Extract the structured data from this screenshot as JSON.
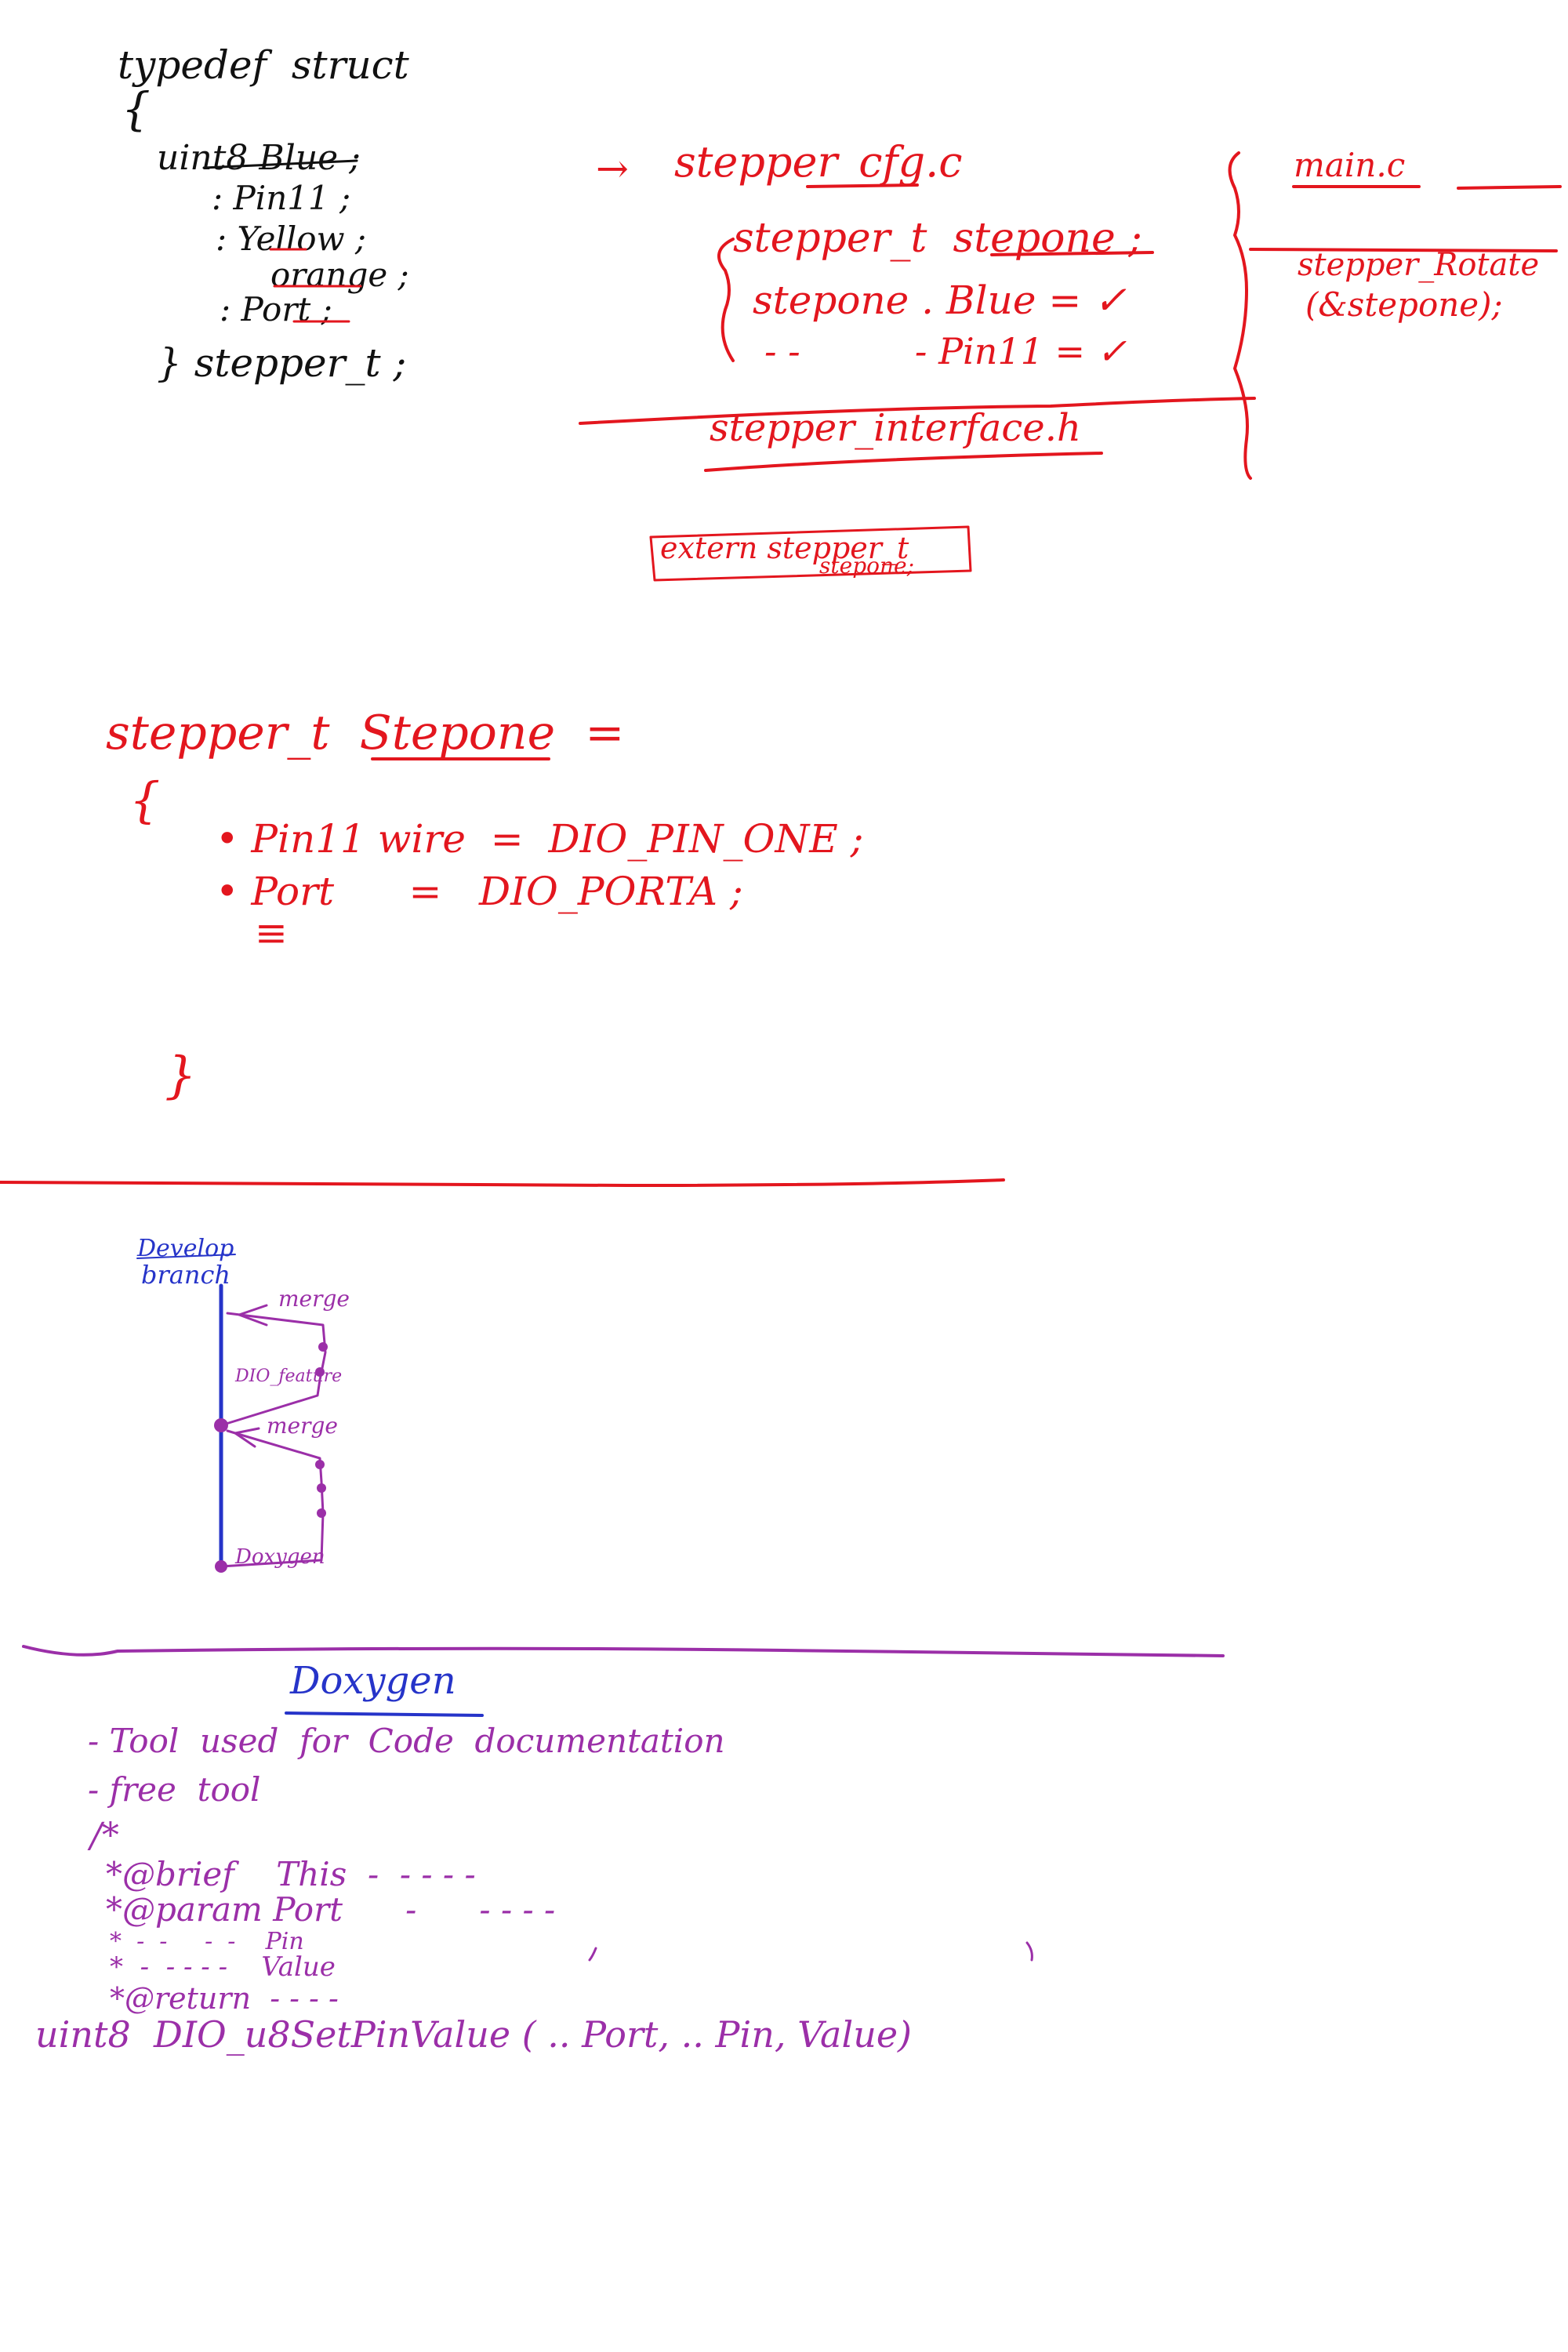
{
  "colors": {
    "black_ink": "#111111",
    "red_ink": "#e3161e",
    "blue_ink": "#2634c9",
    "purple_ink": "#9b2fa8"
  },
  "struct_def": {
    "header": "typedef  struct",
    "open_brace": "{",
    "fields": [
      "uint8 Blue ;",
      ": Pin11 ;",
      ": Yellow ;",
      "orange ;",
      ": Port ;"
    ],
    "closing": "} stepper_t ;"
  },
  "config_file": {
    "arrow": "→",
    "filename": "stepper_cfg.c",
    "declaration": "stepper_t  stepone ;",
    "assign_blue": "stepone . Blue = ✓",
    "assign_pin": "- -          - Pin11 = ✓"
  },
  "main_file": {
    "filename": "main.c",
    "call_line1": "stepper_Rotate",
    "call_line2": "(&stepone);"
  },
  "interface_file": {
    "filename": "stepper_interface.h",
    "extern_line1": "extern stepper_t",
    "extern_line2": "stepone;"
  },
  "initializer": {
    "header": "stepper_t  Stepone  =",
    "open_brace": "{",
    "line1": "• Pin11 wire  =  DIO_PIN_ONE ;",
    "line2": "• Port      =   DIO_PORTA ;",
    "line3": "≡",
    "close_brace": "}"
  },
  "git_diagram": {
    "branch_label_1": "Develop",
    "branch_label_2": "branch",
    "merge_top": "merge",
    "feature": "DIO_feature",
    "merge_bottom": "merge",
    "doxygen": "Doxygen"
  },
  "doxygen_notes": {
    "title": "Doxygen",
    "bullet1": "- Tool  used  for  Code  documentation",
    "bullet2": "- free  tool",
    "comment_open": "/*",
    "brief": "*@brief    This  -  - - - -",
    "param": "*@param Port      -      - - - -",
    "pin_line": "*  -  -     -  -    Pin",
    "value_line": "*  -  - - - -    Value",
    "return_line": "*@return  - - - -",
    "signature": "uint8  DIO_u8SetPinValue ( .. Port, .. Pin, Value)"
  }
}
